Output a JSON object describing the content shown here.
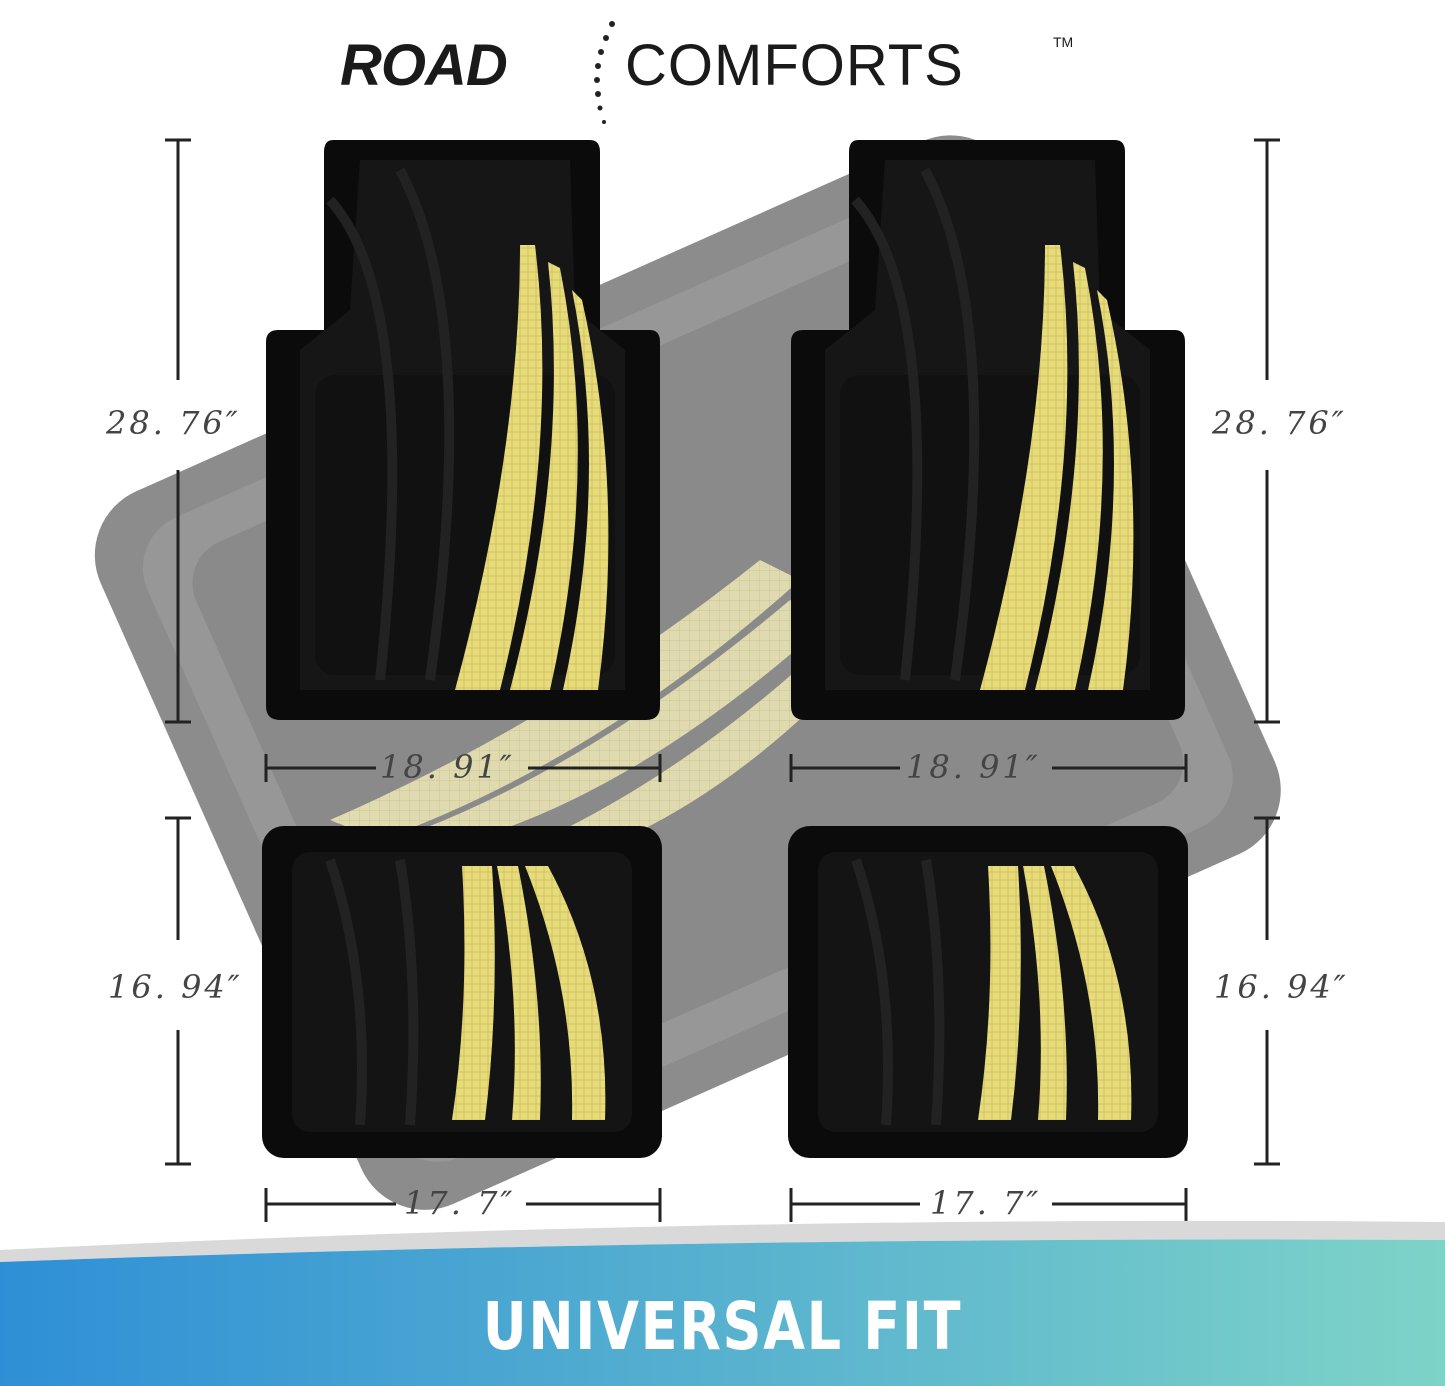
{
  "brand": {
    "name_bold": "ROAD",
    "name_light": "COMFORTS",
    "trademark": "TM"
  },
  "dimensions": {
    "front_left_height": "28. 76″",
    "front_right_height": "28. 76″",
    "front_left_width": "18. 91″",
    "front_right_width": "18. 91″",
    "rear_left_height": "16. 94″",
    "rear_right_height": "16. 94″",
    "rear_left_width": "17. 7″",
    "rear_right_width": "17. 7″"
  },
  "banner": {
    "text": "UNIVERSAL FIT"
  },
  "colors": {
    "mat": "#0d0d0d",
    "accent": "#e8dc7a",
    "background_mat": "#8a8a8a",
    "banner_left": "#2f8fd6",
    "banner_right": "#7ed3c8"
  }
}
